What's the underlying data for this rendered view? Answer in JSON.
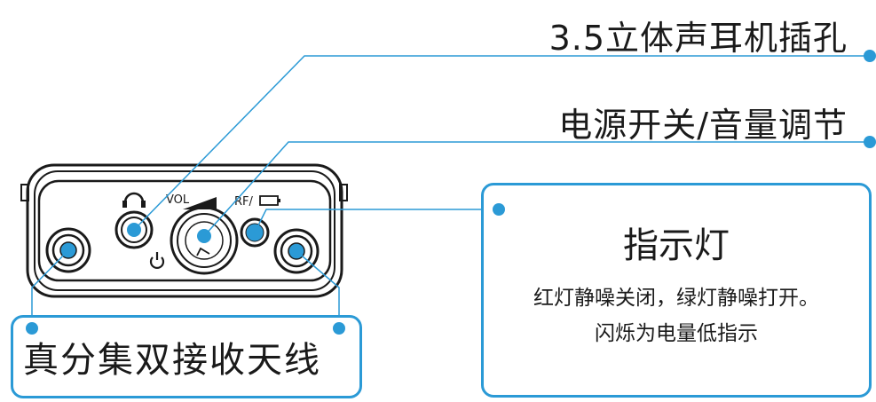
{
  "labels": {
    "headphone_jack": "3.5立体声耳机插孔",
    "power_volume": "电源开关/音量调节",
    "antenna": "真分集双接收天线",
    "indicator_title": "指示灯",
    "indicator_desc_line1": "红灯静噪关闭，绿灯静噪打开。",
    "indicator_desc_line2": "闪烁为电量低指示"
  },
  "device": {
    "vol_label": "VOL",
    "rf_label": "RF/"
  },
  "colors": {
    "accent": "#2b9ad6",
    "outline": "#1a1a1a",
    "background": "#ffffff"
  },
  "icons": [
    "headphone-icon",
    "power-icon",
    "battery-icon"
  ]
}
